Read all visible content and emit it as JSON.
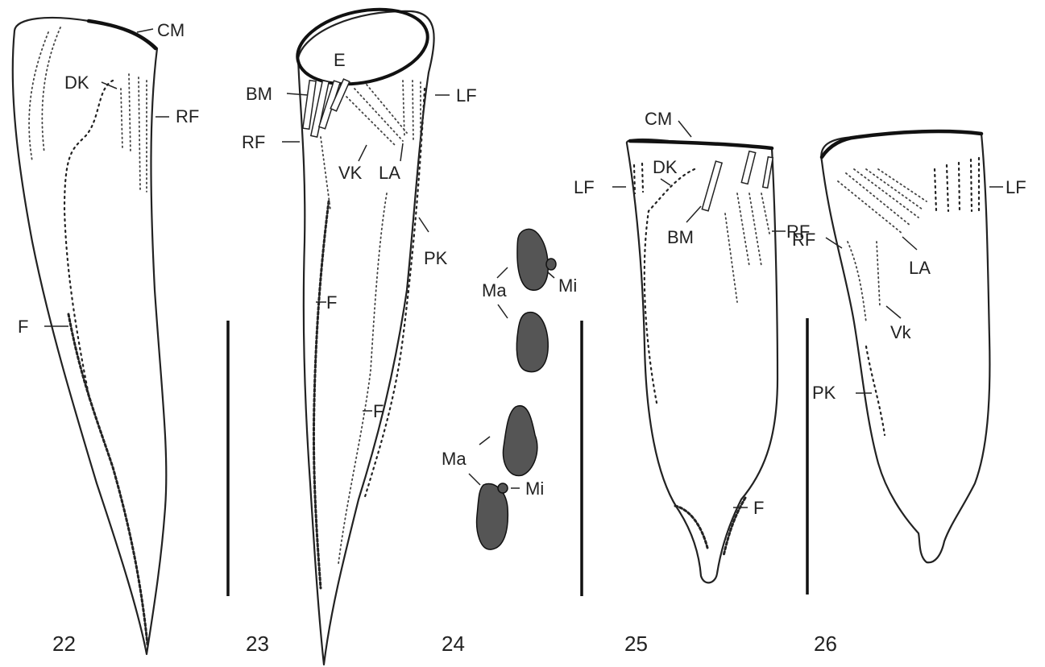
{
  "figure_numbers": [
    "22",
    "23",
    "24",
    "25",
    "26"
  ],
  "labels": {
    "f22": {
      "cm": "CM",
      "dk": "DK",
      "rf": "RF",
      "f": "F"
    },
    "f23": {
      "e": "E",
      "bm": "BM",
      "rf": "RF",
      "lf": "LF",
      "vk": "VK",
      "la": "LA",
      "pk": "PK",
      "f1": "F",
      "f2": "F"
    },
    "f24": {
      "ma1": "Ma",
      "mi1": "Mi",
      "ma2": "Ma",
      "mi2": "Mi"
    },
    "f25": {
      "cm": "CM",
      "dk": "DK",
      "lf": "LF",
      "bm": "BM",
      "rf": "RF",
      "f": "F"
    },
    "f26": {
      "lf": "LF",
      "rf": "RF",
      "la": "LA",
      "vk": "Vk",
      "pk": "PK"
    }
  }
}
